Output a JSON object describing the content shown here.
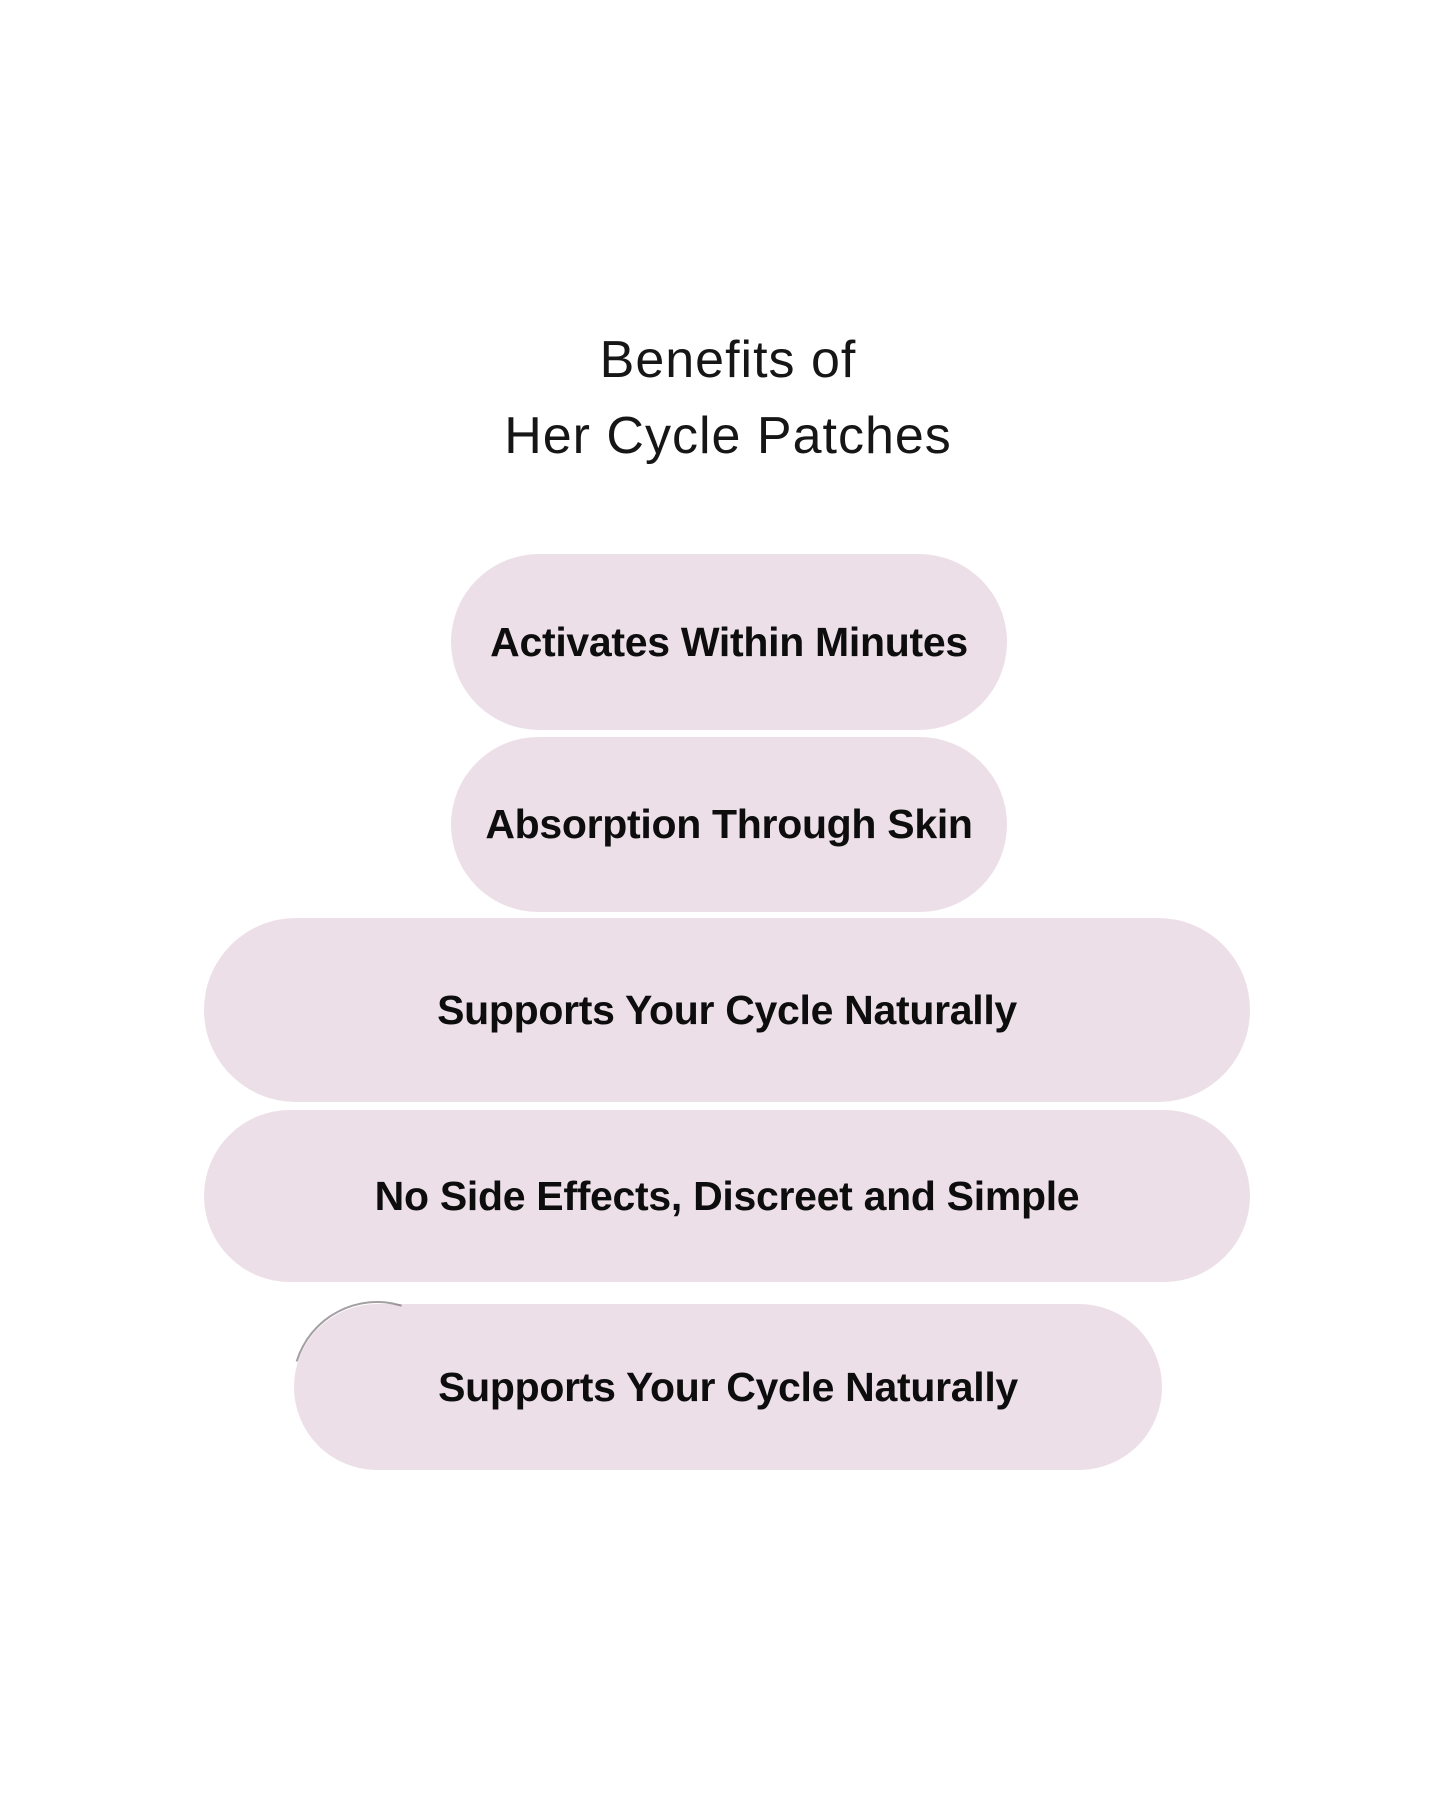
{
  "title": {
    "line1": "Benefits of",
    "line2": "Her Cycle Patches"
  },
  "benefits": [
    {
      "label": "Activates Within Minutes"
    },
    {
      "label": "Absorption Through Skin"
    },
    {
      "label": "Supports Your Cycle Naturally"
    },
    {
      "label": "No Side Effects, Discreet and Simple"
    },
    {
      "label": "Supports Your Cycle Naturally"
    }
  ],
  "colors": {
    "background": "#ffffff",
    "pill_background": "#ecdfe7",
    "title_text": "#161616",
    "pill_text": "#0d0d0d"
  }
}
